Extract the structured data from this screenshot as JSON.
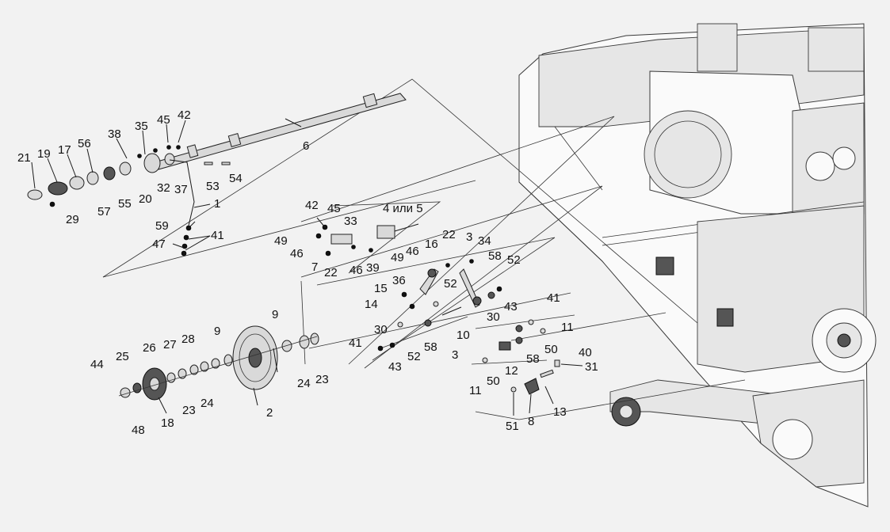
{
  "labels": [
    {
      "id": "p21",
      "text": "21"
    },
    {
      "id": "p19",
      "text": "19"
    },
    {
      "id": "p17",
      "text": "17"
    },
    {
      "id": "p56",
      "text": "56"
    },
    {
      "id": "p38",
      "text": "38"
    },
    {
      "id": "p35",
      "text": "35"
    },
    {
      "id": "p45a",
      "text": "45"
    },
    {
      "id": "p42a",
      "text": "42"
    },
    {
      "id": "p6",
      "text": "6"
    },
    {
      "id": "p29",
      "text": "29"
    },
    {
      "id": "p57",
      "text": "57"
    },
    {
      "id": "p55",
      "text": "55"
    },
    {
      "id": "p20",
      "text": "20"
    },
    {
      "id": "p32",
      "text": "32"
    },
    {
      "id": "p37",
      "text": "37"
    },
    {
      "id": "p53",
      "text": "53"
    },
    {
      "id": "p54",
      "text": "54"
    },
    {
      "id": "p1",
      "text": "1"
    },
    {
      "id": "p59",
      "text": "59"
    },
    {
      "id": "p47",
      "text": "47"
    },
    {
      "id": "p41a",
      "text": "41"
    },
    {
      "id": "p42b",
      "text": "42"
    },
    {
      "id": "p45b",
      "text": "45"
    },
    {
      "id": "p33",
      "text": "33"
    },
    {
      "id": "p4or5",
      "text": "4 или 5"
    },
    {
      "id": "p49a",
      "text": "49"
    },
    {
      "id": "p46a",
      "text": "46"
    },
    {
      "id": "p49b",
      "text": "49"
    },
    {
      "id": "p7",
      "text": "7"
    },
    {
      "id": "p22a",
      "text": "22"
    },
    {
      "id": "p46b",
      "text": "46"
    },
    {
      "id": "p39",
      "text": "39"
    },
    {
      "id": "p46c",
      "text": "46"
    },
    {
      "id": "p16",
      "text": "16"
    },
    {
      "id": "p22b",
      "text": "22"
    },
    {
      "id": "p3a",
      "text": "3"
    },
    {
      "id": "p34",
      "text": "34"
    },
    {
      "id": "p58a",
      "text": "58"
    },
    {
      "id": "p52a",
      "text": "52"
    },
    {
      "id": "p36",
      "text": "36"
    },
    {
      "id": "p15",
      "text": "15"
    },
    {
      "id": "p52b",
      "text": "52"
    },
    {
      "id": "p14",
      "text": "14"
    },
    {
      "id": "p43a",
      "text": "43"
    },
    {
      "id": "p41b",
      "text": "41"
    },
    {
      "id": "p30a",
      "text": "30"
    },
    {
      "id": "p10",
      "text": "10"
    },
    {
      "id": "p30b",
      "text": "30"
    },
    {
      "id": "p41c",
      "text": "41"
    },
    {
      "id": "p52c",
      "text": "52"
    },
    {
      "id": "p58b",
      "text": "58"
    },
    {
      "id": "p3b",
      "text": "3"
    },
    {
      "id": "p43b",
      "text": "43"
    },
    {
      "id": "p11a",
      "text": "11"
    },
    {
      "id": "p50a",
      "text": "50"
    },
    {
      "id": "p58c",
      "text": "58"
    },
    {
      "id": "p12",
      "text": "12"
    },
    {
      "id": "p50b",
      "text": "50"
    },
    {
      "id": "p11b",
      "text": "11"
    },
    {
      "id": "p40",
      "text": "40"
    },
    {
      "id": "p31",
      "text": "31"
    },
    {
      "id": "p13",
      "text": "13"
    },
    {
      "id": "p51",
      "text": "51"
    },
    {
      "id": "p8",
      "text": "8"
    },
    {
      "id": "p9",
      "text": "9"
    },
    {
      "id": "p24a",
      "text": "24"
    },
    {
      "id": "p23a",
      "text": "23"
    },
    {
      "id": "p2",
      "text": "2"
    },
    {
      "id": "p44",
      "text": "44"
    },
    {
      "id": "p25",
      "text": "25"
    },
    {
      "id": "p26",
      "text": "26"
    },
    {
      "id": "p27",
      "text": "27"
    },
    {
      "id": "p28",
      "text": "28"
    },
    {
      "id": "p9b",
      "text": "9"
    },
    {
      "id": "p48",
      "text": "48"
    },
    {
      "id": "p18",
      "text": "18"
    },
    {
      "id": "p23b",
      "text": "23"
    },
    {
      "id": "p24b",
      "text": "24"
    }
  ],
  "colors": {
    "background": "#f2f2f2",
    "line": "#1a1a1a",
    "part_fill": "#d9d9d9"
  }
}
